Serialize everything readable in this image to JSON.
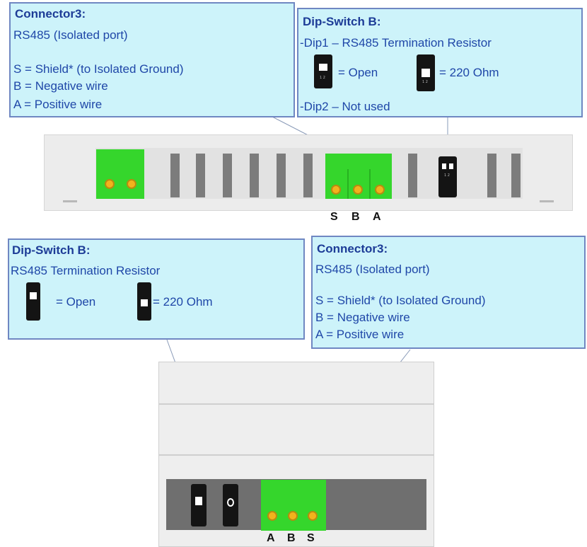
{
  "top_left_callout": {
    "title": "Connector3:",
    "subtitle": "RS485 (Isolated port)",
    "lines": [
      "S = Shield* (to Isolated Ground)",
      "B = Negative wire",
      "A = Positive wire"
    ]
  },
  "top_right_callout": {
    "title": "Dip-Switch B:",
    "dip1": "-Dip1 – RS485 Termination Resistor",
    "open_label": "= Open",
    "ohm_label": "= 220 Ohm",
    "dip2": "-Dip2 – Not used"
  },
  "bottom_left_callout": {
    "title": "Dip-Switch B:",
    "subtitle": "RS485 Termination Resistor",
    "open_label": "= Open",
    "ohm_label": "= 220 Ohm"
  },
  "bottom_right_callout": {
    "title": "Connector3:",
    "subtitle": "RS485 (Isolated port)",
    "lines": [
      "S = Shield* (to Isolated Ground)",
      "B = Negative wire",
      "A = Positive wire"
    ]
  },
  "top_pin_labels": [
    "S",
    "B",
    "A"
  ],
  "bottom_pin_labels": [
    "A",
    "B",
    "S"
  ],
  "colors": {
    "callout_fill": "#cdf3fa",
    "callout_border": "#6f87c2",
    "text": "#1f47a8",
    "terminal_green": "#35d62c",
    "pin_orange": "#f2b21d"
  }
}
